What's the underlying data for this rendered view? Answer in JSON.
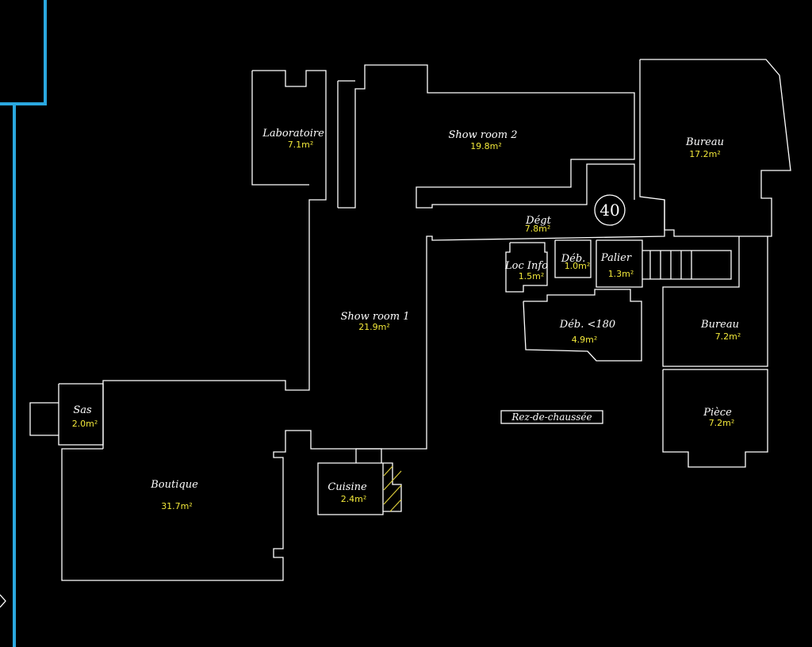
{
  "plan": {
    "level_label": "Rez-de-chaussée",
    "unit_number": "40",
    "rooms": [
      {
        "id": "laboratoire",
        "name": "Laboratoire",
        "area": "7.1m²"
      },
      {
        "id": "show-room-2",
        "name": "Show room 2",
        "area": "19.8m²"
      },
      {
        "id": "bureau-1",
        "name": "Bureau",
        "area": "17.2m²"
      },
      {
        "id": "degt",
        "name": "Dégt",
        "area": "7.8m²"
      },
      {
        "id": "loc-info",
        "name": "Loc Info",
        "area": "1.5m²"
      },
      {
        "id": "deb-1",
        "name": "Déb.",
        "area": "1.0m²"
      },
      {
        "id": "palier",
        "name": "Palier",
        "area": "1.3m²"
      },
      {
        "id": "show-room-1",
        "name": "Show room 1",
        "area": "21.9m²"
      },
      {
        "id": "deb-180",
        "name": "Déb. <180",
        "area": "4.9m²"
      },
      {
        "id": "bureau-2",
        "name": "Bureau",
        "area": "7.2m²"
      },
      {
        "id": "sas",
        "name": "Sas",
        "area": "2.0m²"
      },
      {
        "id": "piece",
        "name": "Pièce",
        "area": "7.2m²"
      },
      {
        "id": "cuisine",
        "name": "Cuisine",
        "area": "2.4m²"
      },
      {
        "id": "boutique",
        "name": "Boutique",
        "area": "31.7m²"
      }
    ]
  },
  "colors": {
    "background": "#000000",
    "walls": "#ffffff",
    "frame": "#2aa8e0",
    "area_text": "#f2e83a"
  }
}
